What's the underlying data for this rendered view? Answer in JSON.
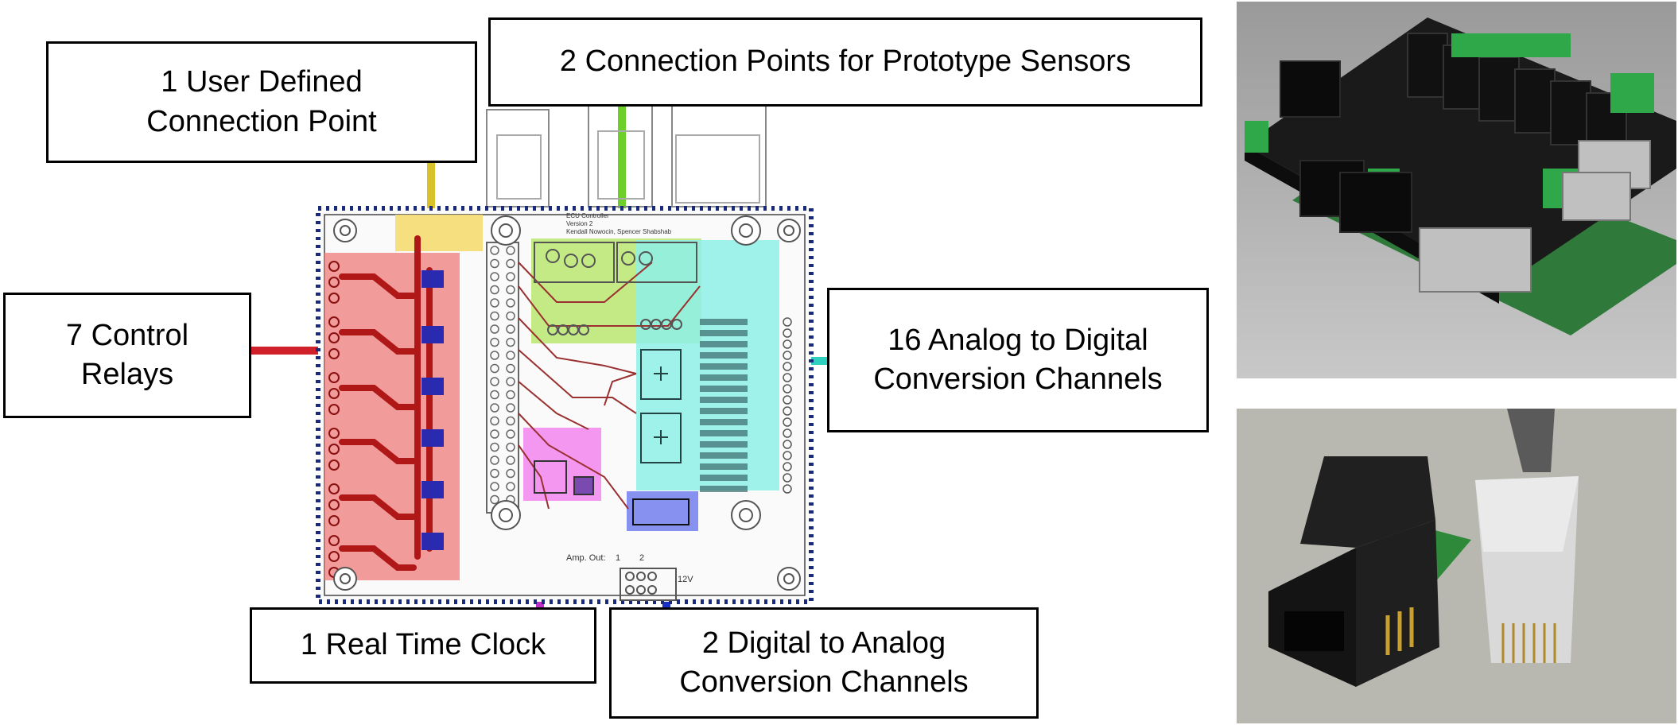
{
  "callouts": {
    "user_defined": {
      "line1": "1 User Defined",
      "line2": "Connection Point"
    },
    "prototype_sensors": {
      "line1": "2 Connection Points for Prototype Sensors"
    },
    "relays": {
      "line1": "7 Control",
      "line2": "Relays"
    },
    "adc": {
      "line1": "16 Analog to Digital",
      "line2": "Conversion Channels"
    },
    "rtc": {
      "line1": "1 Real Time Clock"
    },
    "dac": {
      "line1": "2 Digital to Analog",
      "line2": "Conversion Channels"
    }
  },
  "board_text": {
    "title_line1": "ECU Controller",
    "title_line2": "Version 2",
    "authors": "Kendall Nowocin, Spencer Shabshab",
    "amp_out": "Amp. Out:",
    "amp_1": "1",
    "amp_2": "2",
    "v12": "12V"
  },
  "colors": {
    "user_defined": "#d9c12a",
    "prototype_sensors": "#6fcf2a",
    "relays": "#d0202a",
    "adc": "#2fd0c0",
    "rtc": "#c030c8",
    "dac": "#1830c8",
    "board_border": "#1a2a7a"
  }
}
